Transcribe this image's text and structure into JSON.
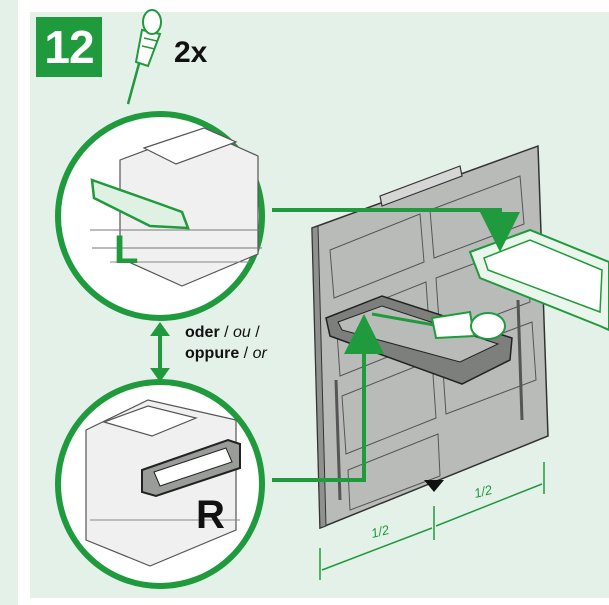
{
  "step": {
    "number": "12",
    "quantity": "2x"
  },
  "options": {
    "left_label": "L",
    "right_label": "R"
  },
  "conjunction": {
    "de": "oder",
    "sep1": " / ",
    "fr": "ou",
    "sep2": " /",
    "it": "oppure",
    "sep3": " / ",
    "en": "or"
  },
  "dimensions": {
    "half_left": "1/2",
    "half_right": "1/2"
  },
  "colors": {
    "accent_green": "#1f9a3c",
    "panel_bg": "#e4f1e8",
    "outline": "#333333"
  },
  "icons": {
    "tool": "screwdriver-icon"
  }
}
